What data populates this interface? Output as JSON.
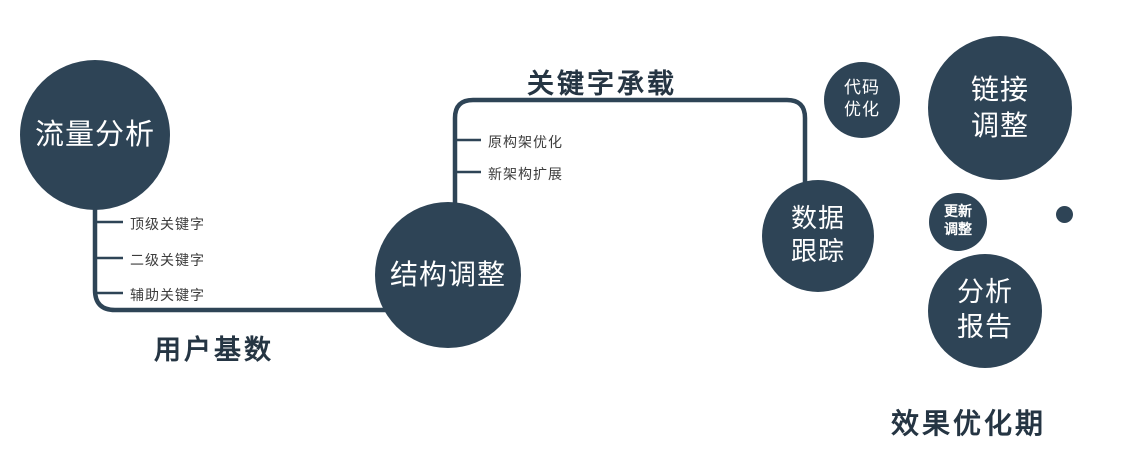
{
  "colors": {
    "primary": "#2e4456",
    "text_dark": "#253543",
    "label_gray": "#3c3c3c",
    "circle_text": "#ffffff"
  },
  "nodes": {
    "traffic_analysis": {
      "label": "流量分析"
    },
    "structure_adjust": {
      "label": "结构调整"
    },
    "data_tracking": {
      "line1": "数据",
      "line2": "跟踪"
    },
    "code_optimization": {
      "line1": "代码",
      "line2": "优化"
    },
    "link_adjustment": {
      "line1": "链接",
      "line2": "调整"
    },
    "update_adjustment": {
      "line1": "更新",
      "line2": "调整"
    },
    "analysis_report": {
      "line1": "分析",
      "line2": "报告"
    }
  },
  "edges": {
    "user_base_label": "用户基数",
    "keyword_carry_label": "关键字承载"
  },
  "branches": {
    "traffic": [
      "顶级关键字",
      "二级关键字",
      "辅助关键字"
    ],
    "structure": [
      "原构架优化",
      "新架构扩展"
    ]
  },
  "footer": {
    "label": "效果优化期"
  }
}
